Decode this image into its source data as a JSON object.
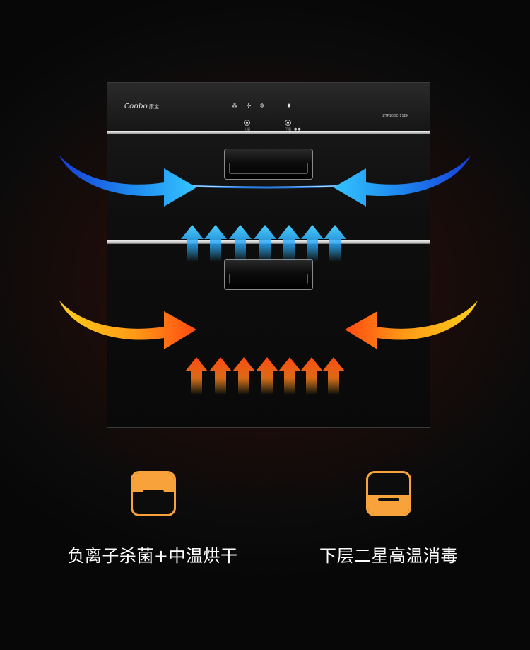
{
  "cabinet": {
    "brand": "Conbo",
    "brand_cn": "康宝",
    "model": "ZTP108E-11EK",
    "controls": [
      {
        "symbol": "⁂",
        "label": "",
        "icon": "ion-icon"
      },
      {
        "symbol": "✣",
        "label": "",
        "icon": "fan-icon"
      },
      {
        "symbol": "✲",
        "label": "",
        "icon": "sterilize-icon"
      },
      {
        "symbol": "♦",
        "label": "",
        "icon": "water-drop-icon"
      }
    ],
    "knob_labels": [
      "上层",
      "下层"
    ],
    "indicator_dots": "●●"
  },
  "colors": {
    "cool_arrow": "#3aa8ff",
    "warm_arrow": "#ff6a1a",
    "accent": "#f7a23b"
  },
  "features": [
    {
      "label": "负离子杀菌+中温烘干",
      "icon": "upper-layer-icon"
    },
    {
      "label": "下层二星高温消毒",
      "icon": "lower-layer-icon"
    }
  ]
}
